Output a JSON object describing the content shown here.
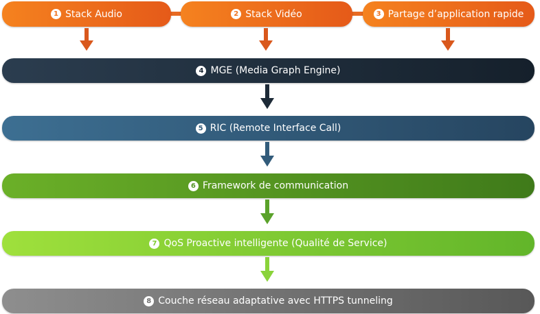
{
  "layers": {
    "audio": {
      "number": "1",
      "label": "Stack Audio"
    },
    "video": {
      "number": "2",
      "label": "Stack Vidéo"
    },
    "share": {
      "number": "3",
      "label": "Partage d’application rapide"
    },
    "mge": {
      "number": "4",
      "label": "MGE (Media Graph Engine)"
    },
    "ric": {
      "number": "5",
      "label": "RIC (Remote Interface Call)"
    },
    "framework": {
      "number": "6",
      "label": "Framework de communication"
    },
    "qos": {
      "number": "7",
      "label": "QoS Proactive intelligente (Qualité de Service)"
    },
    "network": {
      "number": "8",
      "label": "Couche réseau adaptative avec HTTPS tunneling"
    }
  },
  "colors": {
    "orange": "#e86a22",
    "navy": "#1d2a37",
    "steel_blue": "#325b7a",
    "green": "#56962a",
    "light_green": "#7fcc30",
    "gray": "#707070"
  },
  "icons": {
    "arrow": "down-arrow-icon",
    "number_badge": "circle-number-icon"
  }
}
